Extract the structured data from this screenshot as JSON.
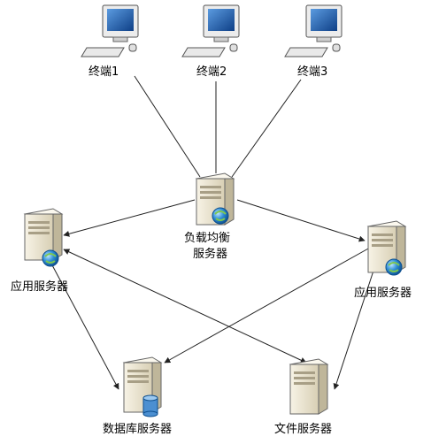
{
  "terminals": [
    {
      "label": "终端1",
      "icon": "computer-icon"
    },
    {
      "label": "终端2",
      "icon": "computer-icon"
    },
    {
      "label": "终端3",
      "icon": "computer-icon"
    }
  ],
  "load_balancer": {
    "label_line1": "负载均衡",
    "label_line2": "服务器",
    "icon": "server-globe-icon"
  },
  "app_server_left": {
    "label": "应用服务器",
    "icon": "server-globe-icon"
  },
  "app_server_right": {
    "label": "应用服务器",
    "icon": "server-globe-icon"
  },
  "db_server": {
    "label": "数据库服务器",
    "icon": "server-database-icon"
  },
  "file_server": {
    "label": "文件服务器",
    "icon": "server-icon"
  },
  "colors": {
    "line": "#222222",
    "server_body": "#efe9d6",
    "globe": "#2f8fd6",
    "screen": "#1d5aa8"
  }
}
